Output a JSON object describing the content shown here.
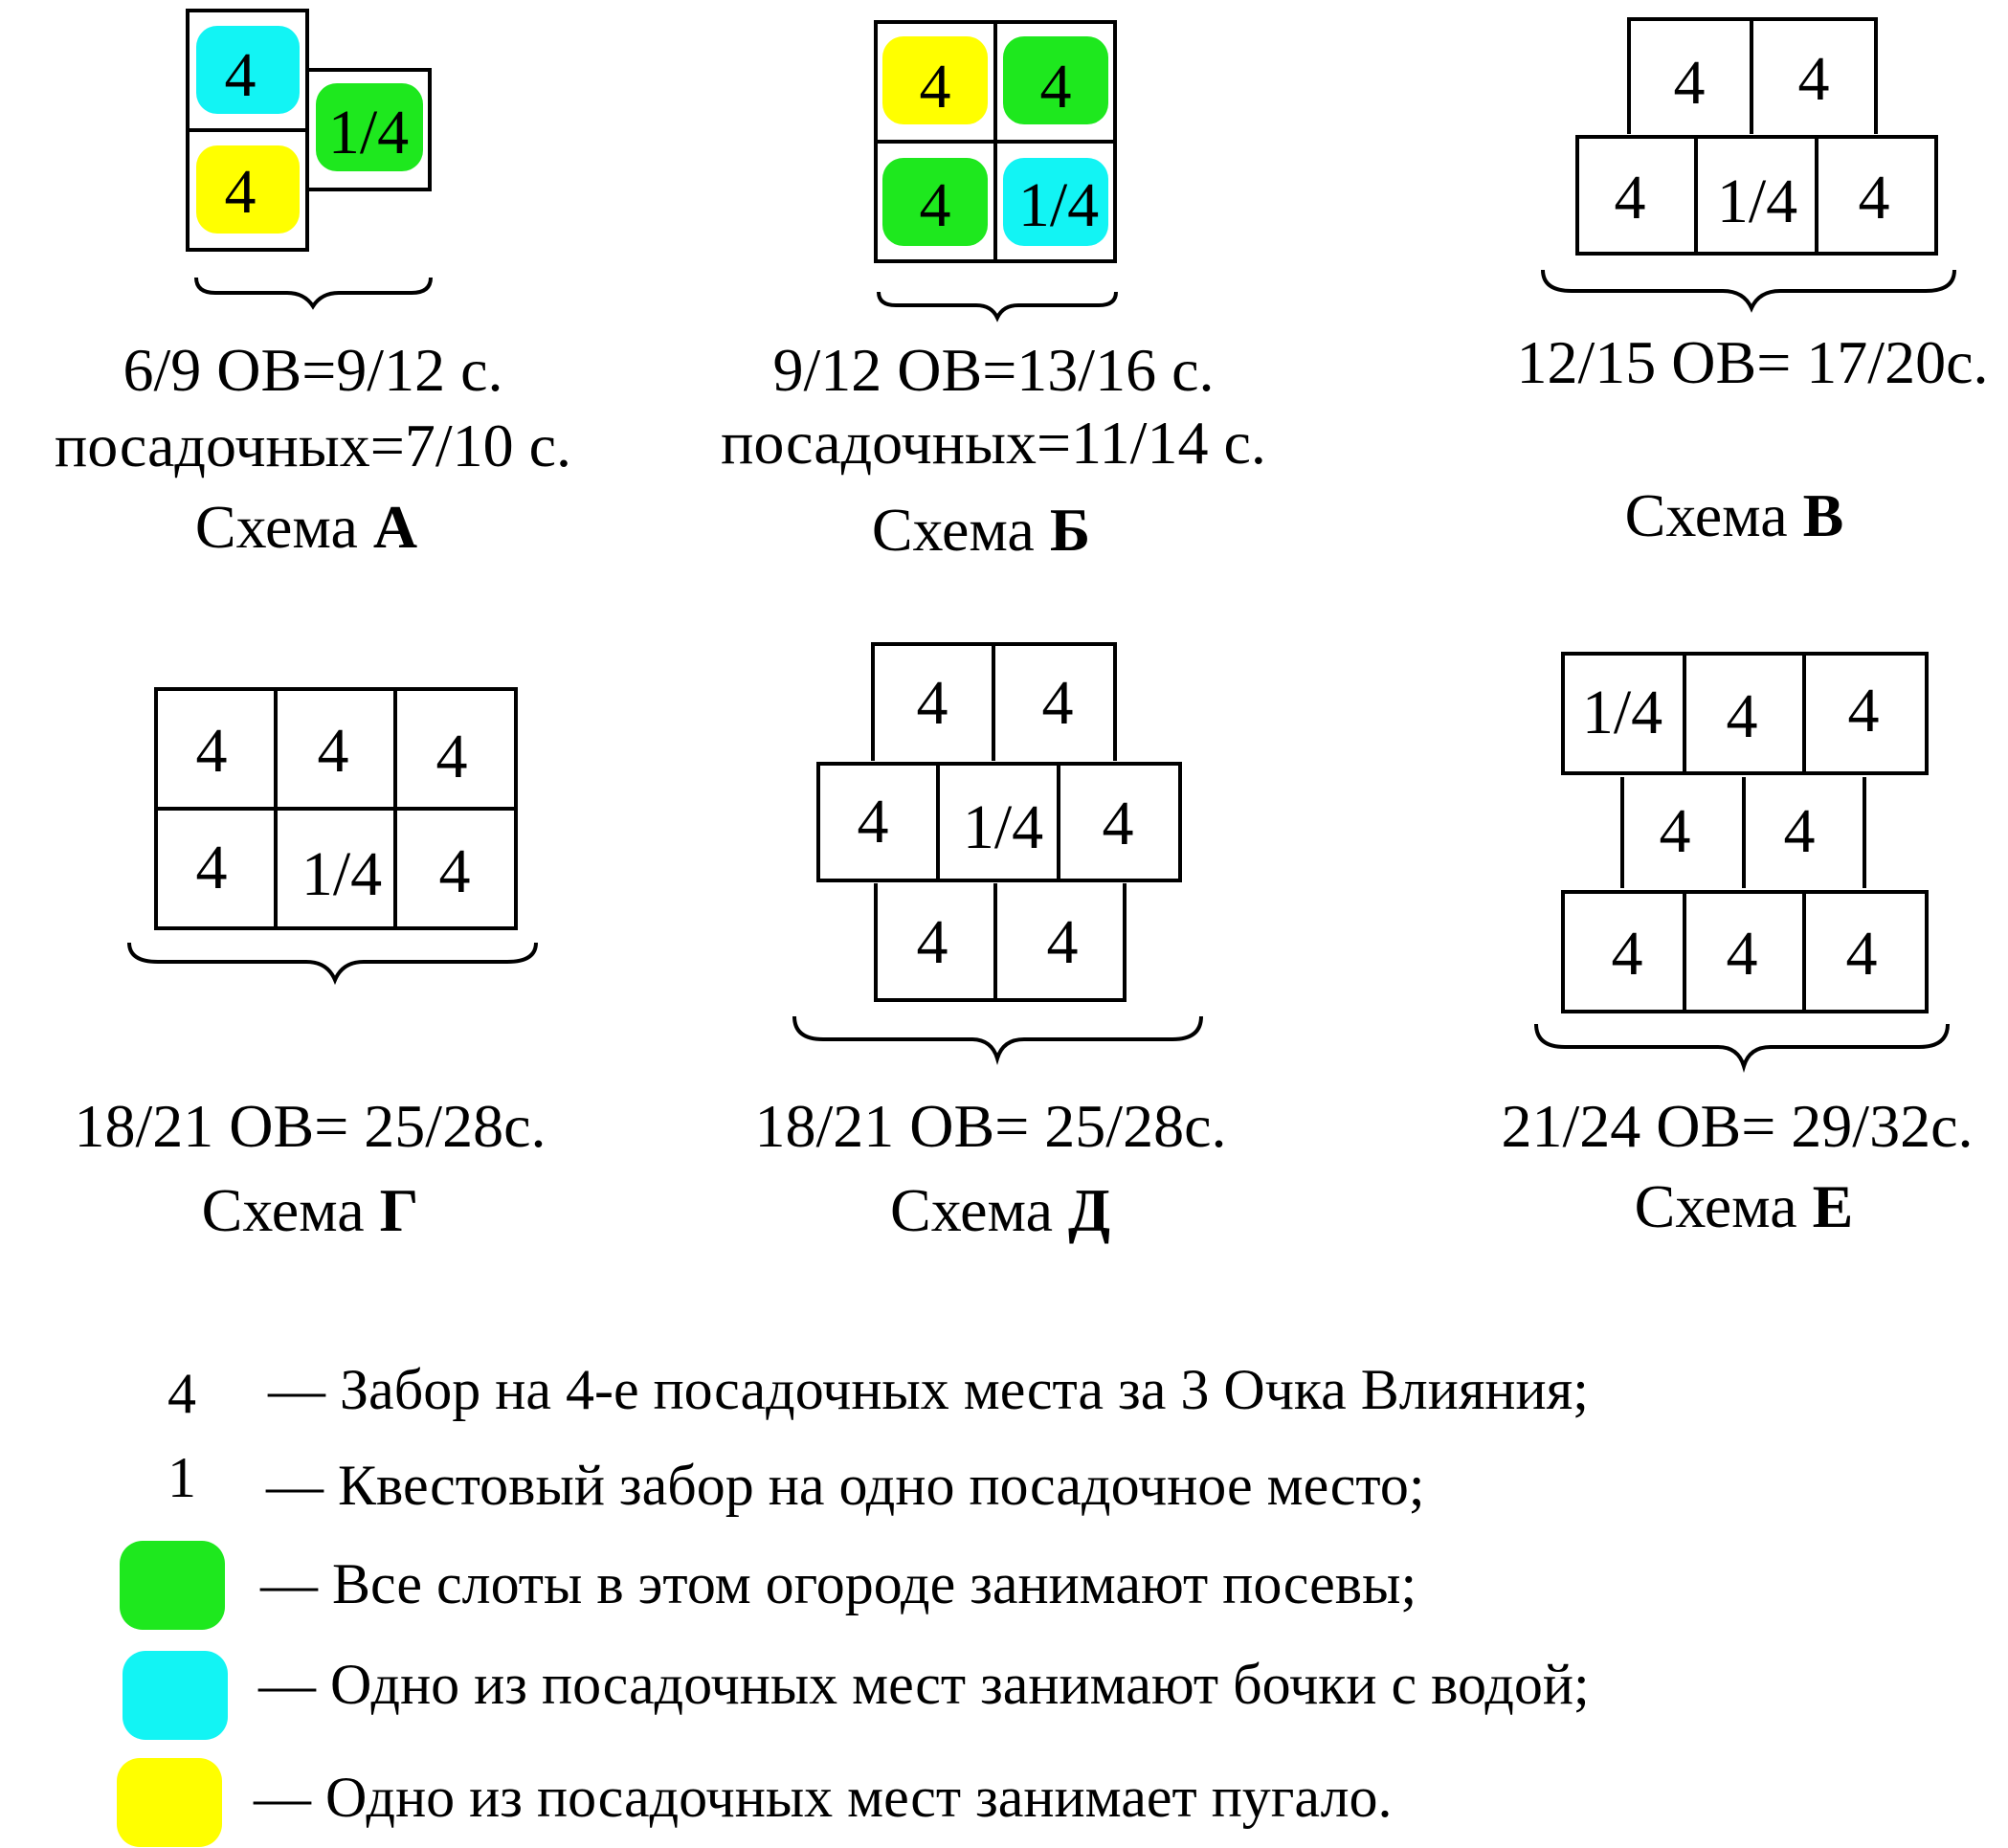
{
  "colors": {
    "green": "#1ee81e",
    "cyan": "#12f4f4",
    "yellow": "#ffff00",
    "line": "#000000"
  },
  "schemes": {
    "A": {
      "cells": [
        "4",
        "1/4",
        "4"
      ],
      "line1": "6/9 ОВ=9/12 с.",
      "line2": "посадочных=7/10 с.",
      "title_prefix": "Схема ",
      "title_letter": "А"
    },
    "B": {
      "cells": [
        "4",
        "4",
        "4",
        "1/4"
      ],
      "line1": "9/12 ОВ=13/16 с.",
      "line2": "посадочных=11/14 с.",
      "title_prefix": "Схема ",
      "title_letter": "Б"
    },
    "V": {
      "cells": [
        "4",
        "4",
        "4",
        "1/4",
        "4"
      ],
      "line1": "12/15 ОВ= 17/20с.",
      "title_prefix": "Схема ",
      "title_letter": "В"
    },
    "G": {
      "cells": [
        "4",
        "4",
        "4",
        "4",
        "1/4",
        "4"
      ],
      "line1": "18/21 ОВ= 25/28с.",
      "title_prefix": "Схема ",
      "title_letter": "Г"
    },
    "D": {
      "cells": [
        "4",
        "4",
        "4",
        "1/4",
        "4",
        "4",
        "4"
      ],
      "line1": "18/21 ОВ= 25/28с.",
      "title_prefix": "Схема ",
      "title_letter": "Д"
    },
    "E": {
      "cells": [
        "1/4",
        "4",
        "4",
        "4",
        "4",
        "4",
        "4",
        "4"
      ],
      "line1": "21/24 ОВ= 29/32с.",
      "title_prefix": "Схема ",
      "title_letter": "Е"
    }
  },
  "legend": [
    {
      "symbol": "4",
      "text": "— Забор на 4-е посадочных места за 3 Очка Влияния;"
    },
    {
      "symbol": "1",
      "text": "— Квестовый забор на одно посадочное место;"
    },
    {
      "swatch": "green",
      "text": "— Все слоты в этом огороде занимают посевы;"
    },
    {
      "swatch": "cyan",
      "text": "— Одно из посадочных мест занимают бочки с водой;"
    },
    {
      "swatch": "yellow",
      "text": "— Одно из посадочных мест занимает пугало."
    }
  ]
}
